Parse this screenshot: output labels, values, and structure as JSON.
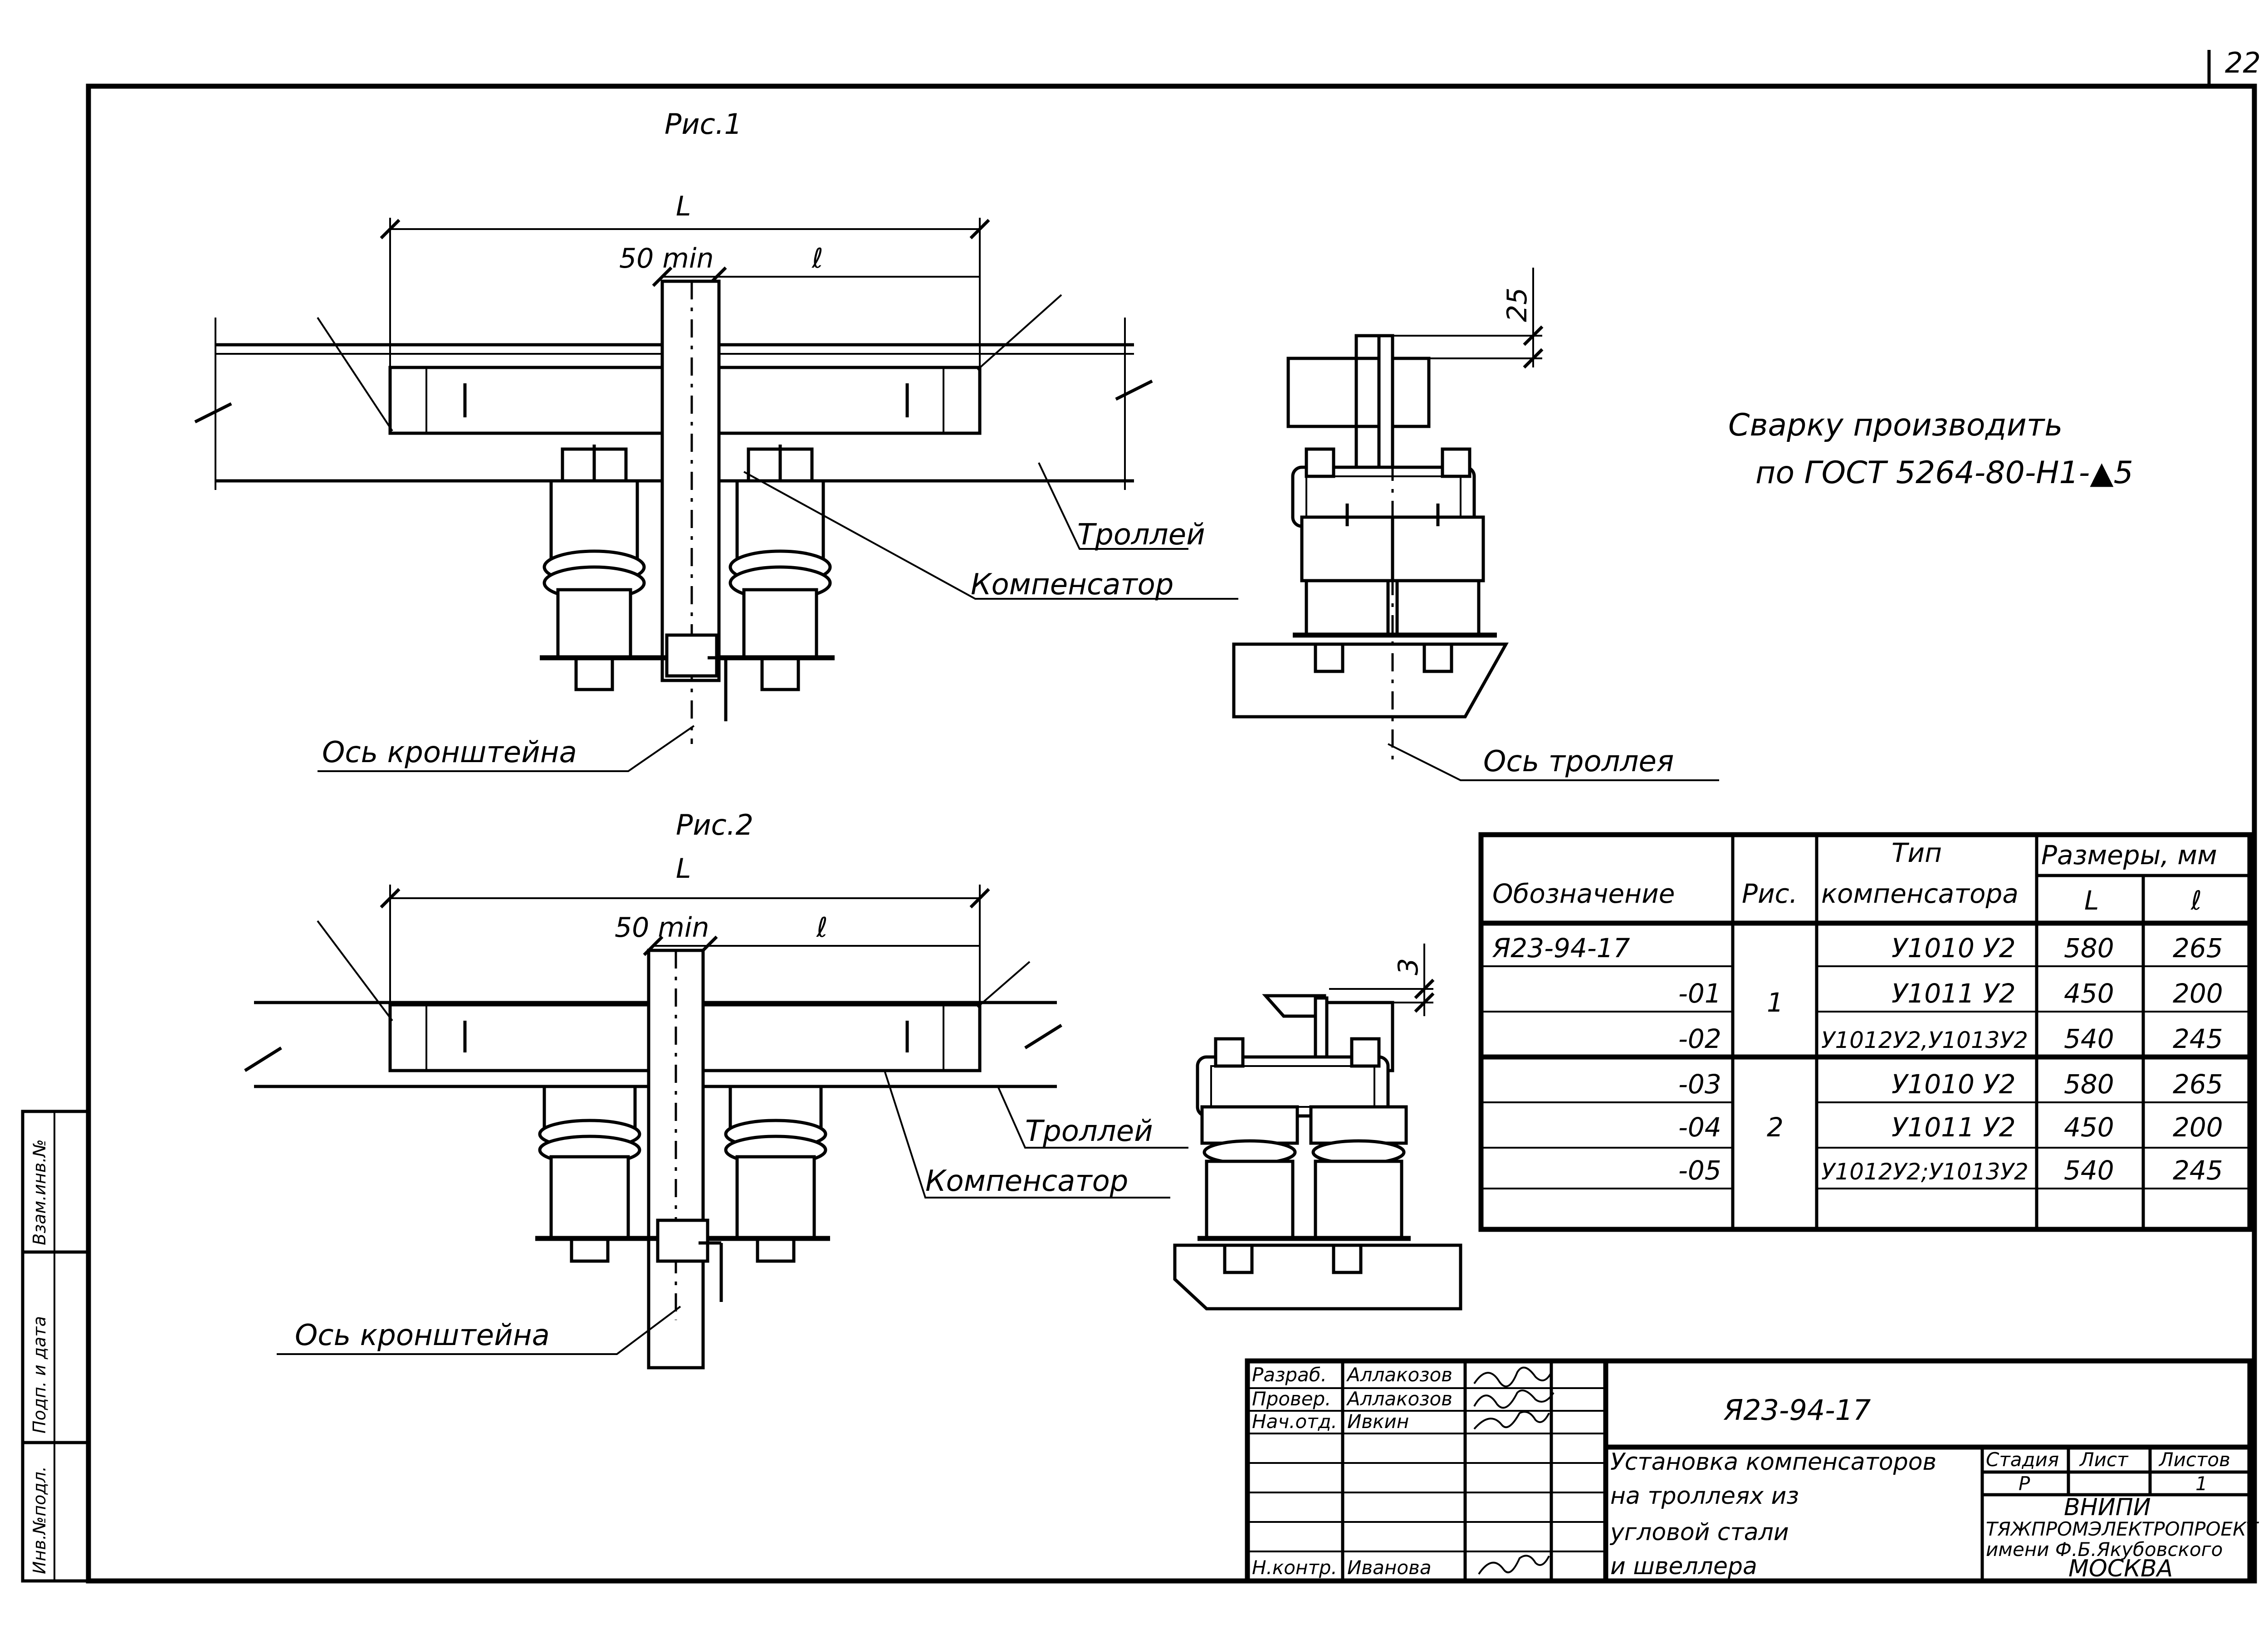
{
  "sheet_number": "22",
  "fig1": {
    "title": "Рис.1",
    "dim_L": "L",
    "dim_min": "50 min",
    "dim_l": "ℓ",
    "label_trolley": "Троллей",
    "label_compensator": "Компенсатор",
    "label_bracket_axis": "Ось кронштейна",
    "label_trolley_axis": "Ось троллея",
    "dim_side": "25"
  },
  "fig2": {
    "title": "Рис.2",
    "dim_L": "L",
    "dim_min": "50 min",
    "dim_l": "ℓ",
    "label_trolley": "Троллей",
    "label_compensator": "Компенсатор",
    "label_bracket_axis": "Ось кронштейна",
    "dim_side": "3"
  },
  "note": {
    "line1": "Сварку производить",
    "line2": "по ГОСТ 5264-80-Н1-▲5"
  },
  "table": {
    "header_designation": "Обозначение",
    "header_fig": "Рис.",
    "header_type_line1": "Тип",
    "header_type_line2": "компенсатора",
    "header_sizes": "Размеры, мм",
    "header_L": "L",
    "header_l": "ℓ",
    "rows": [
      {
        "designation": "Я23-94-17",
        "fig": "",
        "type": "У1010 У2",
        "L": "580",
        "l": "265"
      },
      {
        "designation": "-01",
        "fig": "1",
        "type": "У1011 У2",
        "L": "450",
        "l": "200"
      },
      {
        "designation": "-02",
        "fig": "",
        "type": "У1012У2,У1013У2",
        "L": "540",
        "l": "245"
      },
      {
        "designation": "-03",
        "fig": "",
        "type": "У1010 У2",
        "L": "580",
        "l": "265"
      },
      {
        "designation": "-04",
        "fig": "2",
        "type": "У1011 У2",
        "L": "450",
        "l": "200"
      },
      {
        "designation": "-05",
        "fig": "",
        "type": "У1012У2;У1013У2",
        "L": "540",
        "l": "245"
      }
    ]
  },
  "title_block": {
    "role_dev": "Разраб.",
    "name_dev": "Аллакозов",
    "role_check": "Провер.",
    "name_check": "Аллакозов",
    "role_head": "Нач.отд.",
    "name_head": "Ивкин",
    "role_norm": "Н.контр.",
    "name_norm": "Иванова",
    "doc_code": "Я23-94-17",
    "doc_title_line1": "Установка компенсаторов",
    "doc_title_line2": "на троллеях из",
    "doc_title_line3": "угловой стали",
    "doc_title_line4": "и швеллера",
    "col_stage": "Стадия",
    "col_sheet": "Лист",
    "col_sheets": "Листов",
    "stage_value": "Р",
    "sheets_value": "1",
    "org_line1": "ВНИПИ",
    "org_line2": "ТЯЖПРОМЭЛЕКТРОПРОЕКТ",
    "org_line3": "имени Ф.Б.Якубовского",
    "org_line4": "МОСКВА"
  },
  "side_stamp": {
    "cell1": "Инв.№подл.",
    "cell2": "Подп. и дата",
    "cell3": "Взам.инв.№"
  }
}
